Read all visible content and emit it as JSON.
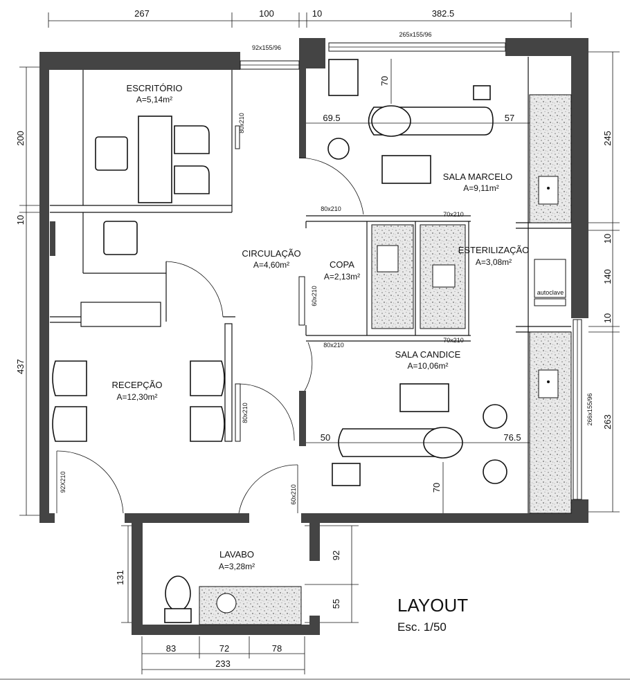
{
  "title": {
    "main": "LAYOUT",
    "scale": "Esc. 1/50"
  },
  "rooms": {
    "escritorio": {
      "name": "ESCRITÓRIO",
      "area": "A=5,14m²"
    },
    "circulacao": {
      "name": "CIRCULAÇÃO",
      "area": "A=4,60m²"
    },
    "copa": {
      "name": "COPA",
      "area": "A=2,13m²"
    },
    "recepcao": {
      "name": "RECEPÇÃO",
      "area": "A=12,30m²"
    },
    "lavabo": {
      "name": "LAVABO",
      "area": "A=3,28m²"
    },
    "sala_marcelo": {
      "name": "SALA MARCELO",
      "area": "A=9,11m²"
    },
    "esterilizacao": {
      "name": "ESTERILIZAÇÃO",
      "area": "A=3,08m²"
    },
    "sala_candice": {
      "name": "SALA CANDICE",
      "area": "A=10,06m²"
    }
  },
  "dimensions": {
    "top": [
      "267",
      "100",
      "10",
      "382.5"
    ],
    "left": [
      "200",
      "10",
      "437"
    ],
    "right": [
      "245",
      "10",
      "140",
      "10",
      "263"
    ],
    "lavabo_left": "131",
    "lavabo_right": [
      "92",
      "55"
    ],
    "bottom": [
      "83",
      "72",
      "78"
    ],
    "bottom_total": "233",
    "marcelo_inner": [
      "70",
      "69.5",
      "57"
    ],
    "candice_inner": [
      "50",
      "76.5",
      "70"
    ]
  },
  "openings": {
    "window_top_left": "92x155/96",
    "window_top_right": "265x155/96",
    "window_right": "266x155/96",
    "door_escritorio": "80x210",
    "door_marcelo": "80x210",
    "door_esterilizacao_top": "70x210",
    "door_copa": "60x210",
    "door_circ_bottom": "80x210",
    "door_esterilizacao_bottom": "70x210",
    "door_recepcao": "80x210",
    "door_entrance": "92X210",
    "door_lavabo": "60x210"
  },
  "equipment": {
    "autoclave": "autoclave"
  }
}
